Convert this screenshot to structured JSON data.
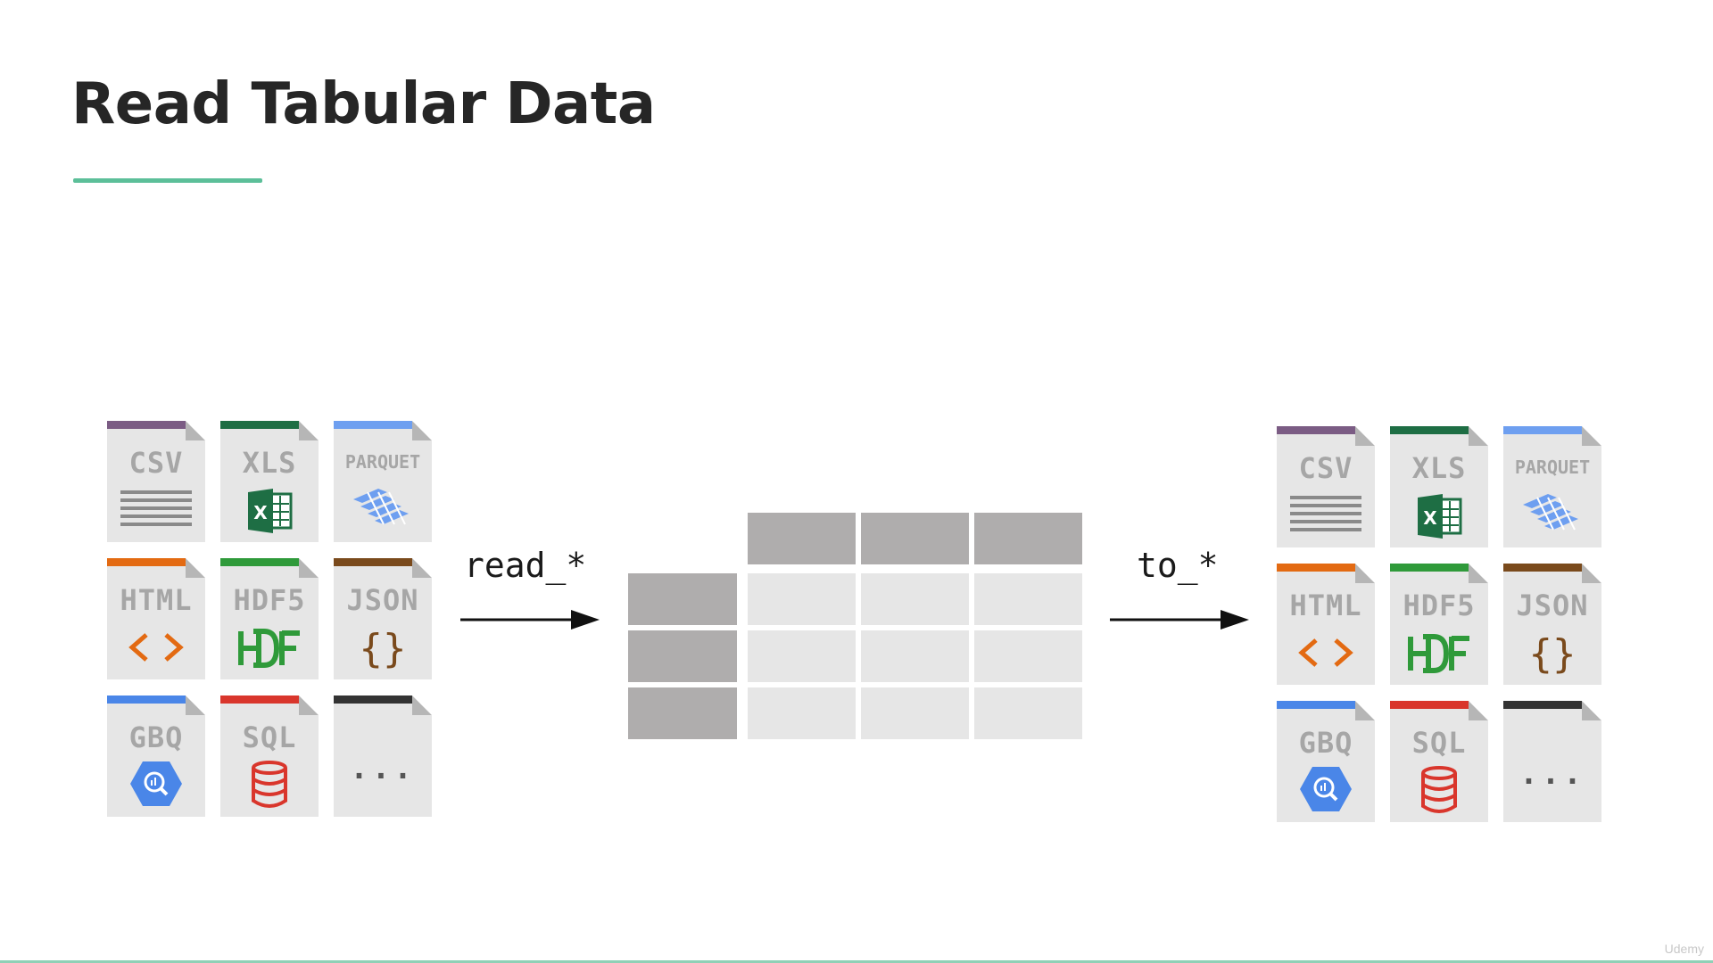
{
  "slide": {
    "title": "Read Tabular Data",
    "accent_color": "#5cbf99"
  },
  "formats": [
    {
      "label": "CSV",
      "color": "#7b5c84",
      "icon": "csv-lines-icon"
    },
    {
      "label": "XLS",
      "color": "#1e6e44",
      "icon": "excel-icon"
    },
    {
      "label": "PARQUET",
      "color": "#6e9ff0",
      "icon": "parquet-icon"
    },
    {
      "label": "HTML",
      "color": "#e36a12",
      "icon": "html-brackets-icon"
    },
    {
      "label": "HDF5",
      "color": "#2f9a3a",
      "icon": "hdf-icon"
    },
    {
      "label": "JSON",
      "color": "#7a4a1c",
      "icon": "json-braces-icon"
    },
    {
      "label": "GBQ",
      "color": "#4a86e8",
      "icon": "bigquery-icon"
    },
    {
      "label": "SQL",
      "color": "#d9362c",
      "icon": "database-icon"
    },
    {
      "label": "...",
      "color": "#333333",
      "icon": "more-icon"
    }
  ],
  "read_label": "read_*",
  "write_label": "to_*",
  "table": {
    "rows": 3,
    "cols": 3,
    "index_color": "#afadad",
    "header_color": "#afadad",
    "cell_color": "#e6e6e6"
  },
  "watermark": "Udemy"
}
